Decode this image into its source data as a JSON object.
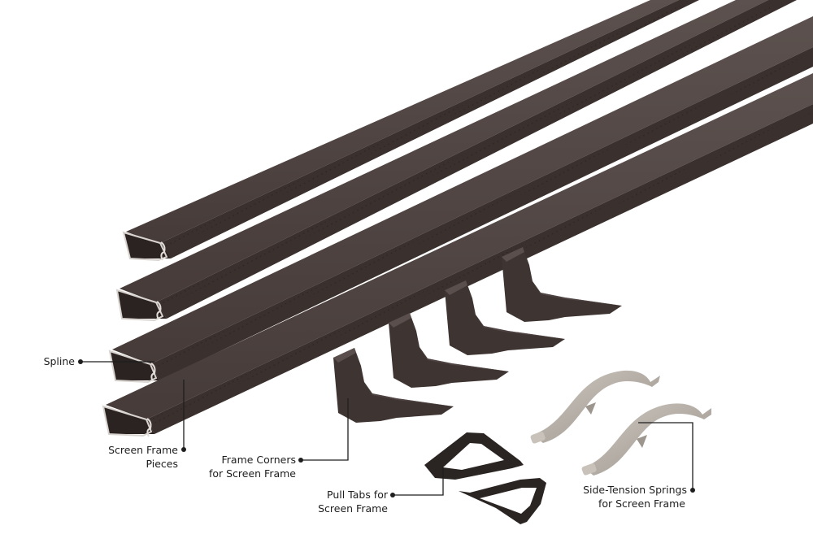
{
  "product": {
    "description": "Screen frame kit components",
    "colors": {
      "frame": "#473c3a",
      "frame_dark": "#2f2624",
      "frame_highlight": "#5a4f4c",
      "frame_end_trim": "#d8d3cf",
      "corner": "#3e3432",
      "pull_tab": "#2a2422",
      "spring": "#bdb6ae",
      "spring_shadow": "#8e877f",
      "callout_line": "#1e1e1e",
      "background": "#ffffff"
    }
  },
  "callouts": {
    "spline": {
      "lines": [
        "Spline"
      ]
    },
    "screen_frame_pieces": {
      "lines": [
        "Screen Frame",
        "Pieces"
      ]
    },
    "frame_corners": {
      "lines": [
        "Frame Corners",
        "for Screen Frame"
      ]
    },
    "pull_tabs": {
      "lines": [
        "Pull Tabs for",
        "Screen Frame"
      ]
    },
    "side_tension_springs": {
      "lines": [
        "Side-Tension Springs",
        "for Screen Frame"
      ]
    }
  },
  "counts": {
    "frame_pieces": 4,
    "frame_corners": 4,
    "pull_tabs": 2,
    "springs": 2
  }
}
